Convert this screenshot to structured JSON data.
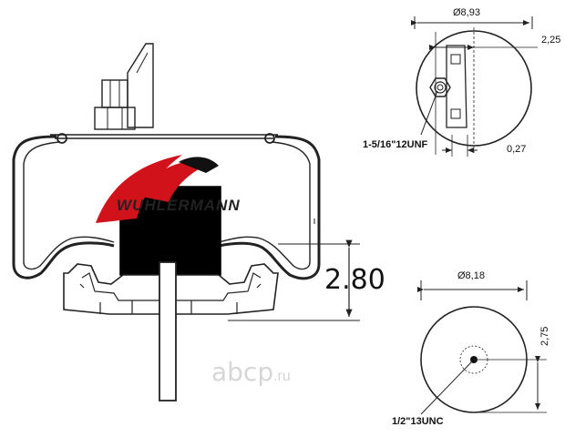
{
  "top_view": {
    "diameter": "Ø8,93",
    "offset_top": "2,25",
    "thread": "1-5/16\"12UNF",
    "offset_bottom": "0,27"
  },
  "bottom_view": {
    "diameter": "Ø8,18",
    "offset": "2,75",
    "thread": "1/2\"13UNC"
  },
  "side_view": {
    "height": "2.80"
  },
  "brand": {
    "name_part1": "WUHLER",
    "name_part2": "MANN"
  },
  "watermark": {
    "text": "abcp",
    "suffix": ".ru"
  },
  "colors": {
    "line": "#222222",
    "rubber": "#000000",
    "logo_red": "#d1121b",
    "watermark": "#d6d6d6"
  }
}
